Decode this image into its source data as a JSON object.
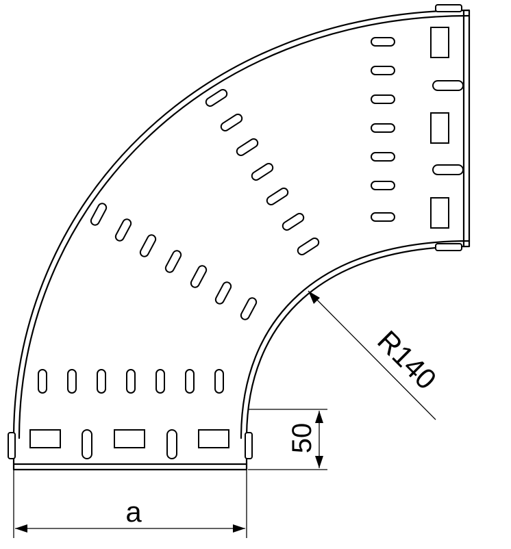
{
  "drawing": {
    "title": "",
    "dimensions": {
      "width_label": "a",
      "height_label": "50",
      "radius_label": "R140"
    },
    "colors": {
      "line": "#000000",
      "background": "#ffffff"
    }
  }
}
